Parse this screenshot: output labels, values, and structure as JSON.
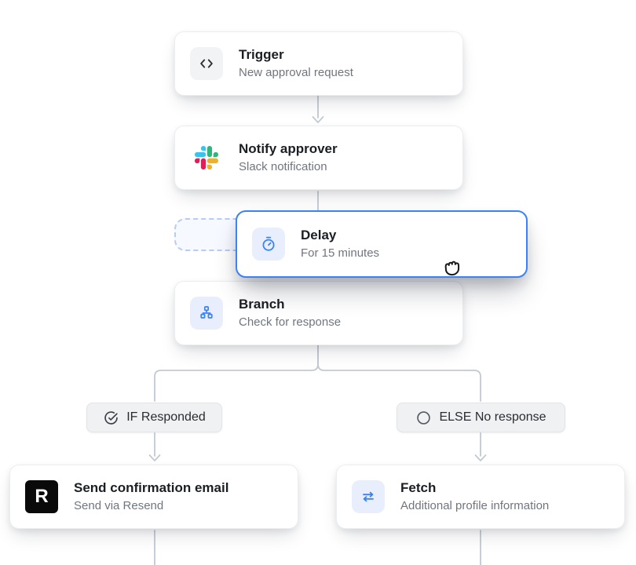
{
  "app": {
    "type": "workflow-canvas"
  },
  "nodes": [
    {
      "id": "trigger",
      "title": "Trigger",
      "subtitle": "New approval request",
      "icon": "code-icon"
    },
    {
      "id": "notify",
      "title": "Notify approver",
      "subtitle": "Slack notification",
      "icon": "slack-icon"
    },
    {
      "id": "delay",
      "title": "Delay",
      "subtitle": "For 15 minutes",
      "icon": "stopwatch-icon",
      "state": "dragging"
    },
    {
      "id": "branch",
      "title": "Branch",
      "subtitle": "Check for response",
      "icon": "sitemap-icon"
    },
    {
      "id": "resend",
      "title": "Send confirmation email",
      "subtitle": "Send via Resend",
      "icon": "resend-r-icon"
    },
    {
      "id": "fetch",
      "title": "Fetch",
      "subtitle": "Additional profile information",
      "icon": "swap-arrows-icon"
    }
  ],
  "branches": {
    "if_label": "IF Responded",
    "else_label": "ELSE No response"
  },
  "cursor": {
    "icon": "grab-hand-cursor"
  },
  "colors": {
    "background": "#ffffff",
    "accent_blue": "#3b82f6",
    "icon_tile_blue": "#e8eefc",
    "icon_tile_gray": "#f2f3f5",
    "resend_black": "#0a0a0a",
    "connector_line": "#c2c9d1",
    "badge_bg": "#f0f1f3",
    "title_text": "#1b1e23",
    "subtitle_text": "#70767e",
    "slack": [
      "#36C5F0",
      "#2EB67D",
      "#ECB22E",
      "#E01E5A"
    ]
  }
}
